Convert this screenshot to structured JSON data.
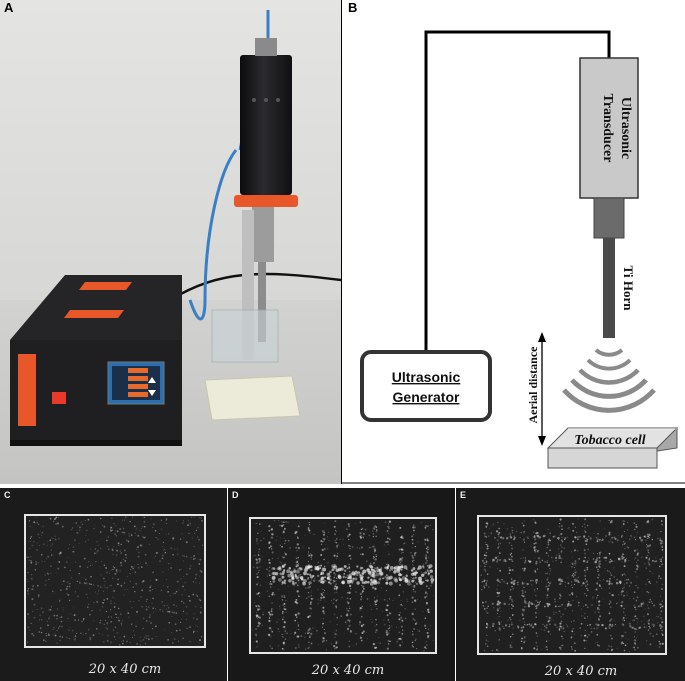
{
  "panels": {
    "a": {
      "letter": "A"
    },
    "b": {
      "letter": "B",
      "transducer_label_line1": "Ultrasonic",
      "transducer_label_line2": "Transducer",
      "generator_label_line1": "Ultrasonic",
      "generator_label_line2": "Generator",
      "horn_label": "Ti Horn",
      "distance_label": "Aerial distance",
      "cell_label": "Tobacco cell"
    },
    "c": {
      "letter": "C",
      "caption": "20 x 40 cm"
    },
    "d": {
      "letter": "D",
      "caption": "20 x 40 cm"
    },
    "e": {
      "letter": "E",
      "caption": "20 x 40 cm"
    }
  },
  "colors": {
    "orange_accent": "#e8572a",
    "device_body": "#1f1f22",
    "tube_blue": "#3a7fc4",
    "transducer_gray": "#c9c9c9",
    "chalk_board": "#1a1a1a"
  }
}
